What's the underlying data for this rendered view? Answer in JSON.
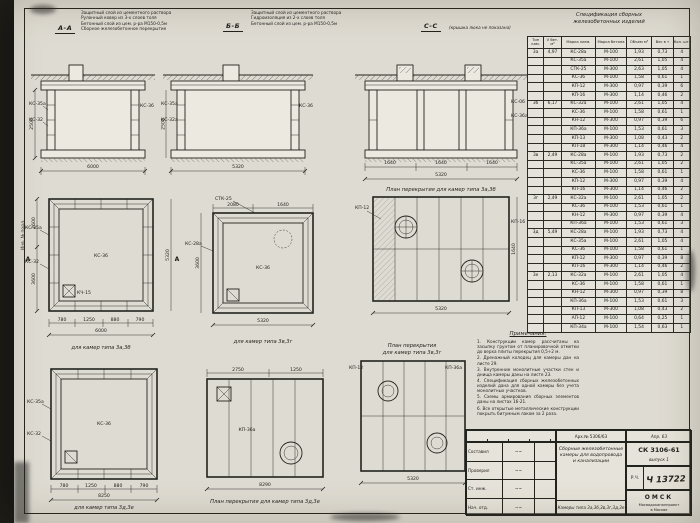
{
  "marks": {
    "a": "А",
    "b": "Б",
    "c": "С"
  },
  "section_notes": {
    "a": [
      "Защитный слой из цементного раствора",
      "Рулонный ковер из 3-х слоев толя",
      "Бетонный слой из цем. р-ра М150-0,5м",
      "Сборное железобетонное перекрытие"
    ],
    "b": [
      "Защитный слой из цементного раствора",
      "Гидроизоляция из 2-х слоев толя",
      "Бетонный слой из цем. р-ра М150-0,5м"
    ]
  },
  "sections": {
    "a": {
      "title": "А-А",
      "left1": "КС-35а",
      "left2": "КС-32",
      "right": "КС-36",
      "total": "6000",
      "height": "2500"
    },
    "b": {
      "title": "Б-Б",
      "left1": "КС-35а",
      "left2": "КС-32а",
      "right": "КС-36",
      "total": "5320",
      "height": "2500"
    },
    "c": {
      "title": "С-С",
      "sub": "(крышка люка не показана)",
      "right1": "КС-06",
      "right2": "КС-36а",
      "seg": "1640",
      "total": "5320"
    }
  },
  "spec": {
    "title1": "Спецификация сборных",
    "title2": "железобетонных изделий",
    "headers": [
      "Тип кам.",
      "V бет. м³",
      "Марка элем.",
      "Марка бетона",
      "Объем м³",
      "Вес в т",
      "Кол. шт."
    ],
    "rows": [
      [
        "3а",
        "4,97",
        "КС-28а",
        "М-100",
        "1,93",
        "0,73",
        "4"
      ],
      [
        "",
        "",
        "КС-35а",
        "М-100",
        "2,61",
        "1,05",
        "4"
      ],
      [
        "",
        "",
        "СТК-25",
        "М-300",
        "2,63",
        "1,05",
        "4"
      ],
      [
        "",
        "",
        "КС-36",
        "М-100",
        "1,58",
        "0,61",
        "1"
      ],
      [
        "",
        "",
        "КП-12",
        "М-300",
        "0,97",
        "0,39",
        "6"
      ],
      [
        "",
        "",
        "КП-16",
        "М-300",
        "1,14",
        "0,46",
        "2"
      ],
      [
        "3б",
        "6,17",
        "КС-32а",
        "М-100",
        "2,61",
        "1,05",
        "4"
      ],
      [
        "",
        "",
        "КС-36",
        "М-100",
        "1,58",
        "0,61",
        "1"
      ],
      [
        "",
        "",
        "КН-12",
        "М-300",
        "0,97",
        "0,39",
        "6"
      ],
      [
        "",
        "",
        "КП-36а",
        "М-100",
        "1,53",
        "0,61",
        "3"
      ],
      [
        "",
        "",
        "КП-13",
        "М-300",
        "1,08",
        "0,43",
        "2"
      ],
      [
        "",
        "",
        "КП-18",
        "М-300",
        "1,14",
        "0,46",
        "4"
      ],
      [
        "3в",
        "2,49",
        "КС-28а",
        "М-100",
        "1,93",
        "0,73",
        "2"
      ],
      [
        "",
        "",
        "КС-35а",
        "М-100",
        "2,61",
        "1,05",
        "2"
      ],
      [
        "",
        "",
        "КС-36",
        "М-100",
        "1,58",
        "0,61",
        "1"
      ],
      [
        "",
        "",
        "КП-12",
        "М-300",
        "0,97",
        "0,39",
        "4"
      ],
      [
        "",
        "",
        "КП-16",
        "М-300",
        "1,14",
        "0,46",
        "2"
      ],
      [
        "3г",
        "2,49",
        "КС-32а",
        "М-100",
        "2,61",
        "1,05",
        "2"
      ],
      [
        "",
        "",
        "КС-36",
        "М-100",
        "1,53",
        "0,61",
        "1"
      ],
      [
        "",
        "",
        "КН-12",
        "М-300",
        "0,97",
        "0,39",
        "4"
      ],
      [
        "",
        "",
        "КП-36а",
        "М-100",
        "1,53",
        "0,61",
        "3"
      ],
      [
        "3д",
        "5,49",
        "КС-28а",
        "М-100",
        "1,93",
        "0,73",
        "4"
      ],
      [
        "",
        "",
        "КС-35а",
        "М-100",
        "2,61",
        "1,05",
        "4"
      ],
      [
        "",
        "",
        "КС-36",
        "М-100",
        "1,58",
        "0,61",
        "1"
      ],
      [
        "",
        "",
        "КП-12",
        "М-300",
        "0,97",
        "0,39",
        "8"
      ],
      [
        "",
        "",
        "КП-16",
        "М-300",
        "1,14",
        "0,46",
        "2"
      ],
      [
        "3е",
        "2,13",
        "КС-32а",
        "М-100",
        "2,61",
        "1,05",
        "4"
      ],
      [
        "",
        "",
        "КС-36",
        "М-100",
        "1,58",
        "0,61",
        "1"
      ],
      [
        "",
        "",
        "КН-12",
        "М-300",
        "0,97",
        "0,39",
        "8"
      ],
      [
        "",
        "",
        "КП-36а",
        "М-100",
        "1,53",
        "0,61",
        "3"
      ],
      [
        "",
        "",
        "КП-13",
        "М-300",
        "1,08",
        "0,43",
        "2"
      ],
      [
        "",
        "",
        "АП-12",
        "М-100",
        "0,64",
        "0,25",
        "1"
      ],
      [
        "",
        "",
        "КП-34а",
        "М-100",
        "1,54",
        "0,63",
        "1"
      ]
    ]
  },
  "plans": {
    "p1": {
      "caption": "для камер типа 3а,3б",
      "l1": "КС-35а",
      "l2": "КС-32",
      "c": "КС-36",
      "det": "КЧ-15",
      "chain": [
        "780",
        "1250",
        "880",
        "790"
      ],
      "total": "6000",
      "side1": "2600",
      "side2": "3600",
      "side_total": "5320"
    },
    "p2": {
      "caption": "для камер типа 3в,3г",
      "t": "СТК-25",
      "l": "КС-28а",
      "c": "КС-36",
      "chain": [
        "2080",
        "1640"
      ],
      "total": "5320",
      "side": "3600"
    },
    "p3": {
      "caption": "для камер типа 3д,3е",
      "l1": "КС-35а",
      "l2": "КС-32",
      "c": "КС-36",
      "chain": [
        "780",
        "1250",
        "880",
        "790"
      ],
      "total": "8250"
    },
    "p4": {
      "caption": "План перекрытия для камер типа 3д,3е",
      "c": "КП-36а",
      "chain": [
        "2750",
        "1250"
      ],
      "total": "8290"
    }
  },
  "covers": {
    "c1": {
      "caption": "План перекрытия для камер типа 3а,3б",
      "lab1": "КП-12",
      "lab2": "КП-16",
      "total": "5320",
      "side": "1640"
    },
    "c2": {
      "cap1": "План перекрытия",
      "cap2": "для камер типа 3в,3г",
      "lab1": "КП-12",
      "lab2": "КП-36а",
      "total": "5320"
    }
  },
  "notes_block": {
    "title": "Примечания:",
    "items": [
      "1. Конструкции камер рассчитаны на засыпку грунтом от планировочной отметки до верха плиты перекрытия 0,5÷2 м.",
      "2. Дренажный колодец для камеры дан на листе 29.",
      "3. Внутренние монолитные участки стен и днища камеры даны на листе 23.",
      "4. Спецификация сборных железобетонных изделий дана для одной камеры без учета монолитных участков.",
      "5. Схемы армирования сборных элементов даны на листах 16-21.",
      "6. Все открытые металлические конструкции покрыть битумным лаком за 2 раза."
    ]
  },
  "titleblock": {
    "rev": [
      "Изм",
      "Кол",
      "Подп",
      "Дата"
    ],
    "arch_no": "Арх.№ 5306/63",
    "date": "Апр. 63",
    "sig_glyph": "~~",
    "roles": [
      [
        "Составил",
        "~~"
      ],
      [
        "Проверил",
        "~~"
      ],
      [
        "Ст. инж.",
        "~~"
      ],
      [
        "Нач. отд.",
        "~~"
      ]
    ],
    "doc_title_1": "Сборные железобетонные",
    "doc_title_2": "камеры для водопровода",
    "doc_title_3": "и канализации",
    "types_line": "Камеры типа 3а,3б,3в,3г,3д,3е",
    "code": "СК 3106-61",
    "issue": "выпуск 1",
    "stage": "Р.Ч.",
    "number": "Ч 13722",
    "org_1": "ОМСК",
    "org_2": "Мосводоканалпроект",
    "org_3": "в Москве"
  },
  "margin": {
    "left_stamp": "Инв. № подл."
  }
}
